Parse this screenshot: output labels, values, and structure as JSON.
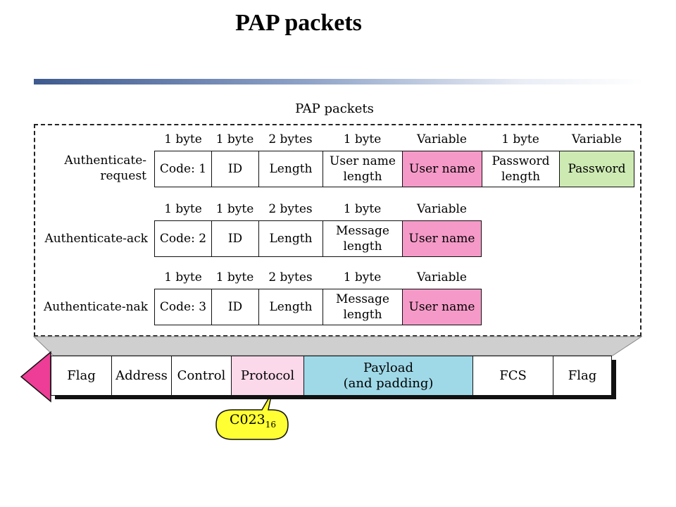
{
  "title": "PAP packets",
  "diagram_caption": "PAP packets",
  "packets": [
    {
      "label": "Authenticate-\nrequest",
      "sizes": [
        "1 byte",
        "1 byte",
        "2 bytes",
        "1 byte",
        "Variable",
        "1 byte",
        "Variable"
      ],
      "fields": [
        "Code: 1",
        "ID",
        "Length",
        "User name\nlength",
        "User name",
        "Password\nlength",
        "Password"
      ]
    },
    {
      "label": "Authenticate-ack",
      "sizes": [
        "1 byte",
        "1 byte",
        "2 bytes",
        "1 byte",
        "Variable"
      ],
      "fields": [
        "Code: 2",
        "ID",
        "Length",
        "Message\nlength",
        "User name"
      ]
    },
    {
      "label": "Authenticate-nak",
      "sizes": [
        "1 byte",
        "1 byte",
        "2 bytes",
        "1 byte",
        "Variable"
      ],
      "fields": [
        "Code: 3",
        "ID",
        "Length",
        "Message\nlength",
        "User name"
      ]
    }
  ],
  "frame": {
    "fields": [
      "Flag",
      "Address",
      "Control",
      "Protocol",
      "Payload\n(and padding)",
      "FCS",
      "Flag"
    ]
  },
  "callout": {
    "value": "C023",
    "subscript": "16"
  },
  "colors": {
    "user_name": "#f59ac8",
    "password": "#cdeab3",
    "protocol": "#fbd9ea",
    "payload": "#9fd9e8",
    "callout": "#ffff33",
    "arrow": "#ee3d96"
  }
}
